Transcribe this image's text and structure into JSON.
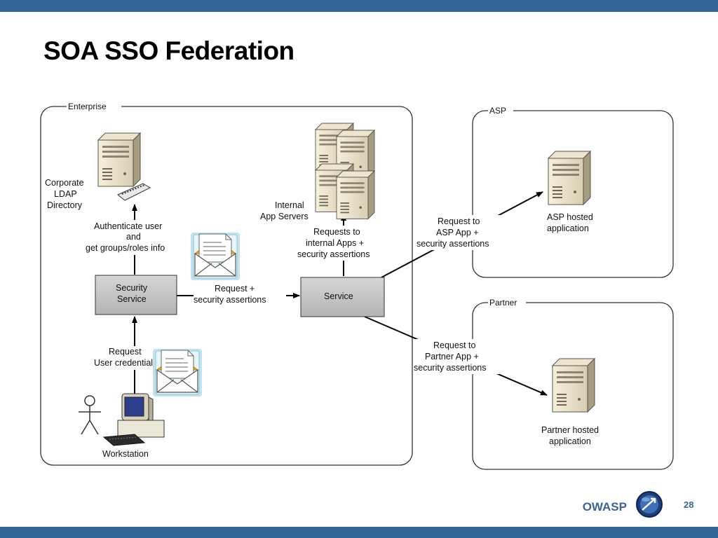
{
  "slide": {
    "title": "SOA SSO Federation",
    "brand": "OWASP",
    "page_number": "28",
    "accent_color": "#336699"
  },
  "groups": {
    "enterprise": "Enterprise",
    "asp": "ASP",
    "partner": "Partner"
  },
  "nodes": {
    "ldap": [
      "Corporate",
      "LDAP",
      "Directory"
    ],
    "app_servers": [
      "Internal",
      "App Servers"
    ],
    "asp_app": [
      "ASP hosted",
      "application"
    ],
    "partner_app": [
      "Partner hosted",
      "application"
    ],
    "security_service": [
      "Security",
      "Service"
    ],
    "service": "Service",
    "workstation": "Workstation"
  },
  "edges": {
    "authenticate": [
      "Authenticate user",
      "and",
      "get groups/roles info"
    ],
    "request_assertions": [
      "Request +",
      "security assertions"
    ],
    "internal_requests": [
      "Requests to",
      "internal Apps +",
      "security assertions"
    ],
    "asp_request": [
      "Request to",
      "ASP App +",
      "security assertions"
    ],
    "partner_request": [
      "Request to",
      "Partner App +",
      "security assertions"
    ],
    "credentials": [
      "Request",
      "User credentials"
    ]
  },
  "icons": {
    "server": "server-icon",
    "envelope": "envelope-icon",
    "person": "user-figure-icon",
    "computer": "computer-icon",
    "logo": "owasp-logo"
  }
}
